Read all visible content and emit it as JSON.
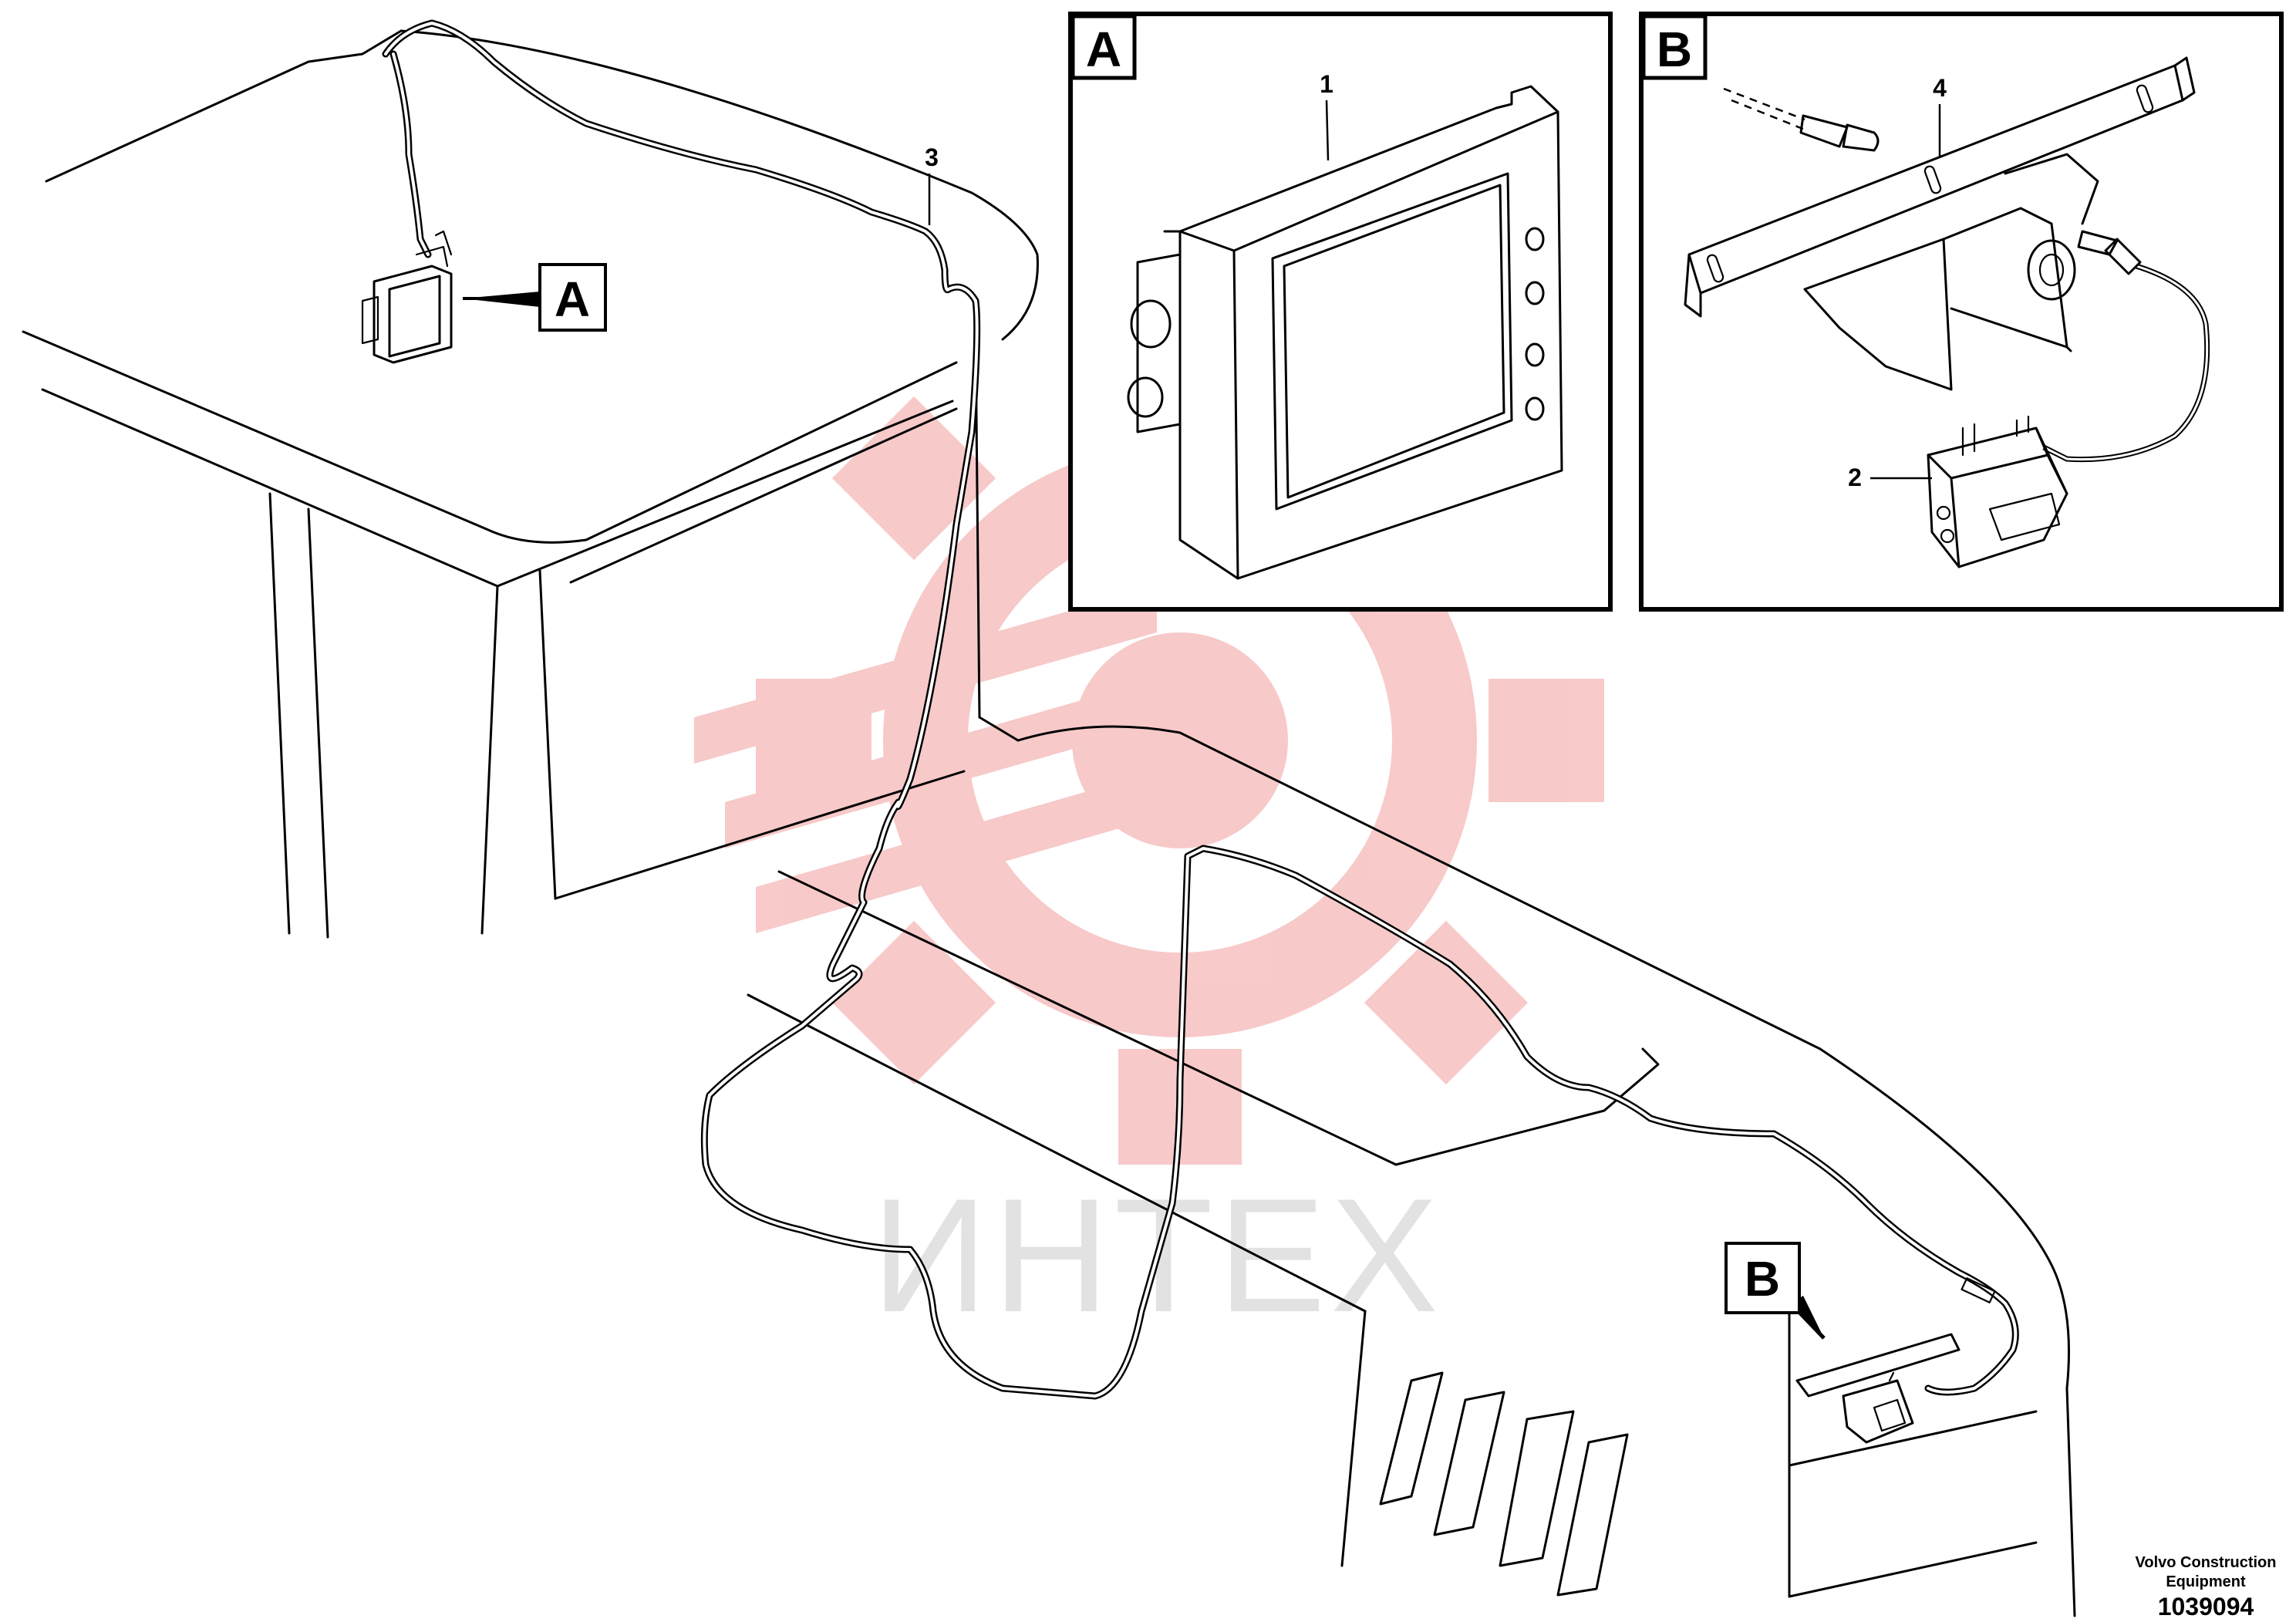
{
  "callouts": {
    "detail_a_letter": "A",
    "detail_b_letter": "B",
    "main_tag_a": "A",
    "main_tag_b": "B"
  },
  "part_numbers": {
    "display_unit": "1",
    "camera": "2",
    "cable_harness": "3",
    "bracket": "4"
  },
  "credit": {
    "line1": "Volvo Construction",
    "line2": "Equipment",
    "drawing_number": "1039094"
  },
  "watermark": {
    "text": "ИНТЕХ",
    "gear_color": "#f5b8b8",
    "text_color": "#d9d9d9"
  },
  "colors": {
    "line": "#000000",
    "background": "#ffffff"
  }
}
